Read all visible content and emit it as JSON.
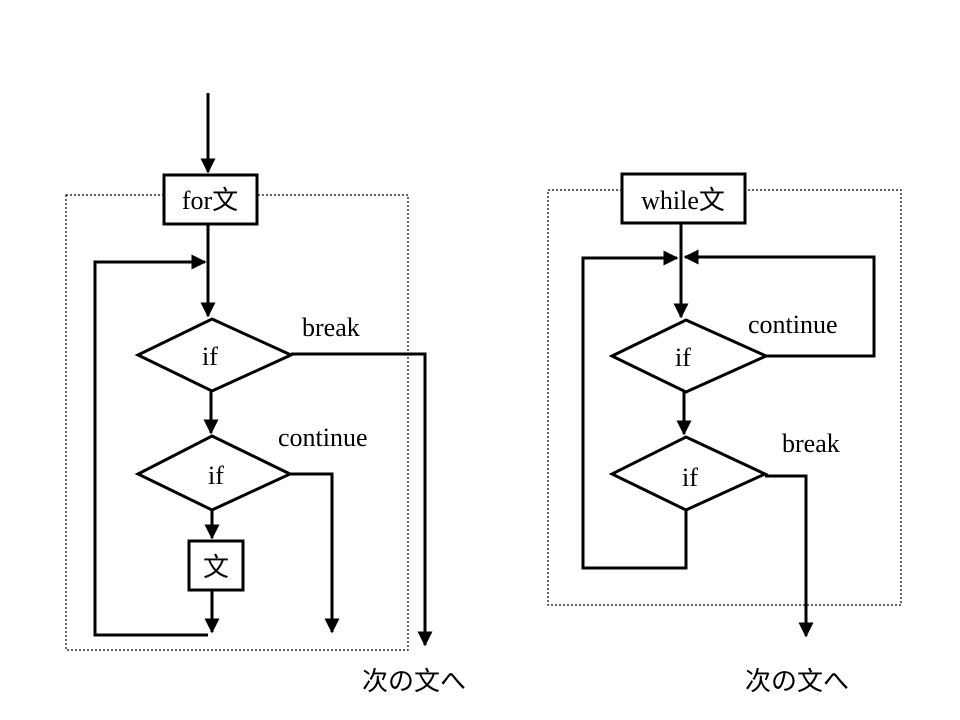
{
  "for_flow": {
    "start_label": "for文",
    "if1_label": "if",
    "if1_branch_label": "break",
    "if2_label": "if",
    "if2_branch_label": "continue",
    "statement_label": "文",
    "exit_label": "次の文へ"
  },
  "while_flow": {
    "start_label": "while文",
    "if1_label": "if",
    "if1_branch_label": "continue",
    "if2_label": "if",
    "if2_branch_label": "break",
    "exit_label": "次の文へ"
  }
}
